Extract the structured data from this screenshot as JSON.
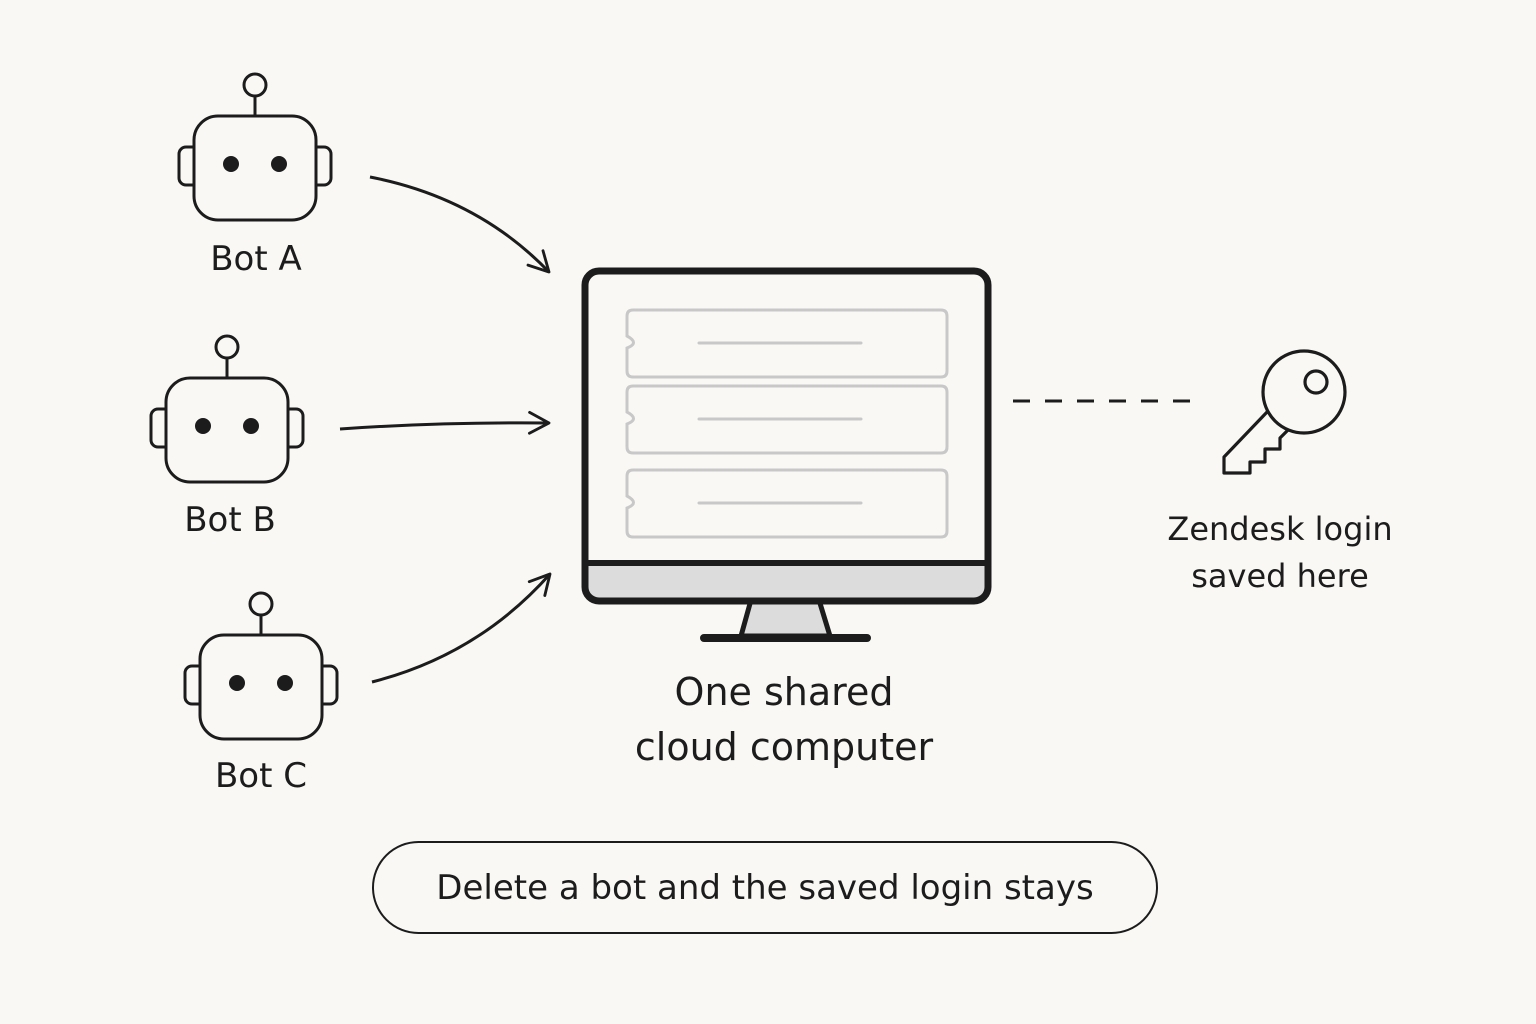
{
  "bots": [
    {
      "label": "Bot A"
    },
    {
      "label": "Bot B"
    },
    {
      "label": "Bot C"
    }
  ],
  "computer": {
    "label_line1": "One shared",
    "label_line2": "cloud computer"
  },
  "key": {
    "label_line1": "Zendesk login",
    "label_line2": "saved here"
  },
  "note": {
    "text": "Delete a bot and the saved login stays"
  },
  "icons": [
    "robot-icon",
    "cloud-computer-icon",
    "key-icon"
  ],
  "colors": {
    "background": "#faf8f4",
    "stroke": "#1c1c1c",
    "card_stroke": "#c8c8c8",
    "monitor_chin": "#dcdcdc"
  }
}
